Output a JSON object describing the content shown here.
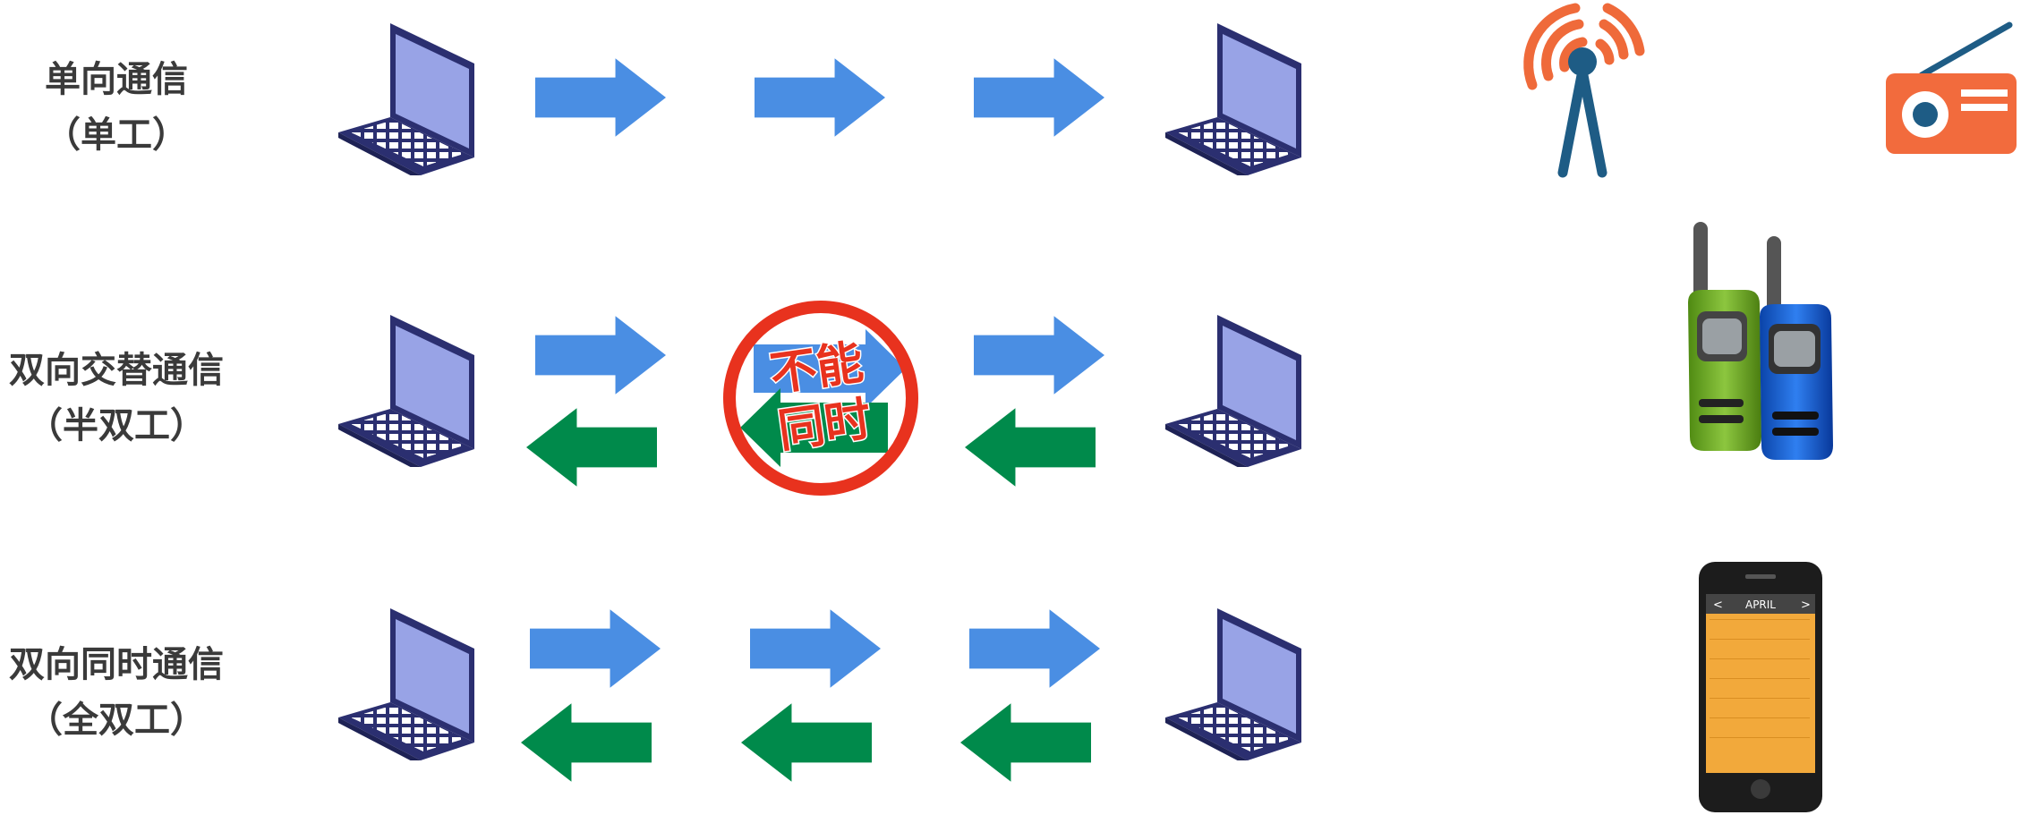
{
  "rows": [
    {
      "title": "单向通信",
      "subtitle": "（单工）"
    },
    {
      "title": "双向交替通信",
      "subtitle": "（半双工）"
    },
    {
      "title": "双向同时通信",
      "subtitle": "（全双工）"
    }
  ],
  "half_duplex_badge": {
    "line1": "不能",
    "line2": "同时"
  },
  "examples": {
    "simplex": [
      "antenna-icon",
      "radio-icon"
    ],
    "half_duplex": [
      "walkie-talkie-icon"
    ],
    "full_duplex": [
      "smartphone-icon"
    ]
  },
  "phone_calendar": {
    "month": "APRIL",
    "prev": "<",
    "next": ">"
  },
  "colors": {
    "forward_arrow": "#4a8ee3",
    "backward_arrow": "#008a4b",
    "no_sign": "#e8321e",
    "label_text": "#3a3a3a"
  }
}
